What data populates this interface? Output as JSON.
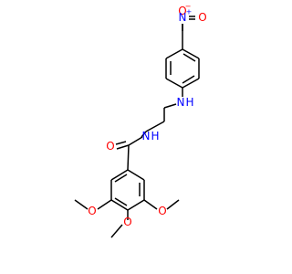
{
  "molecule": {
    "atoms": {
      "nitro_oxygen_top": "O",
      "nitro_oxygen_top_charge": "−",
      "nitro_nitrogen": "N",
      "nitro_nitrogen_charge": "+",
      "nitro_oxygen_side": "O",
      "amine_nitrogen": "N",
      "amine_hydrogen": "H",
      "amide_nitrogen": "N",
      "amide_hydrogen": "H",
      "carbonyl_oxygen": "O",
      "methoxy_oxygen_left": "O",
      "methoxy_oxygen_bottom": "O",
      "methoxy_oxygen_right": "O"
    },
    "colors": {
      "bond": "#000000",
      "oxygen": "#ff0000",
      "nitrogen": "#0000ff",
      "carbon": "#000000"
    }
  }
}
